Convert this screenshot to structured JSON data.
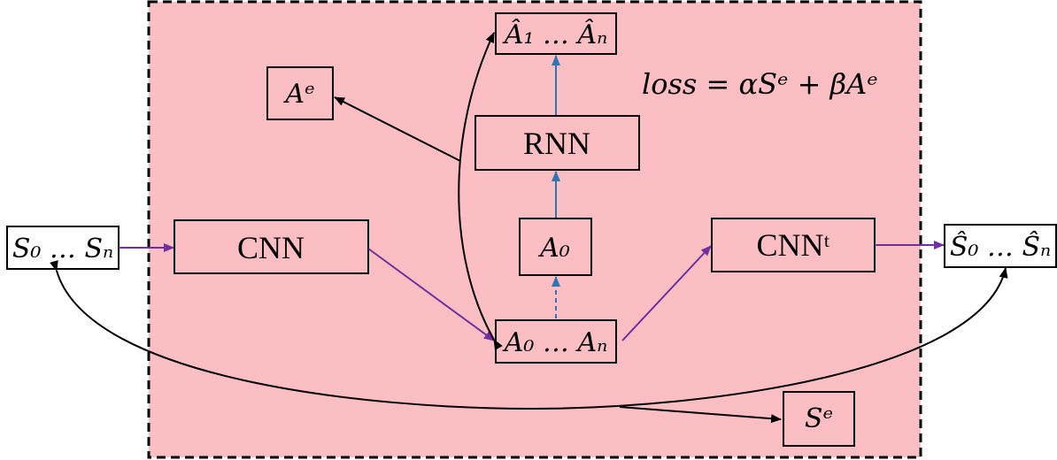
{
  "diagram": {
    "colors": {
      "background_region": "#fbbec2",
      "region_border": "#000000",
      "purple_arrow": "#7030a0",
      "blue_arrow": "#2e75b6",
      "black_arrow": "#000000"
    },
    "formula": "loss = αSᵉ + βAᵉ",
    "nodes": {
      "input_sequence": "S₀ … Sₙ",
      "encoder": "CNN",
      "latent_sequence": "A₀ … Aₙ",
      "initial_state": "A₀",
      "rnn": "RNN",
      "predicted_latents": "Â₁ … Âₙ",
      "latent_error": "Aᵉ",
      "decoder": "CNNᵗ",
      "reconstructed_sequence": "Ŝ₀ … Ŝₙ",
      "state_error": "Sᵉ"
    }
  }
}
